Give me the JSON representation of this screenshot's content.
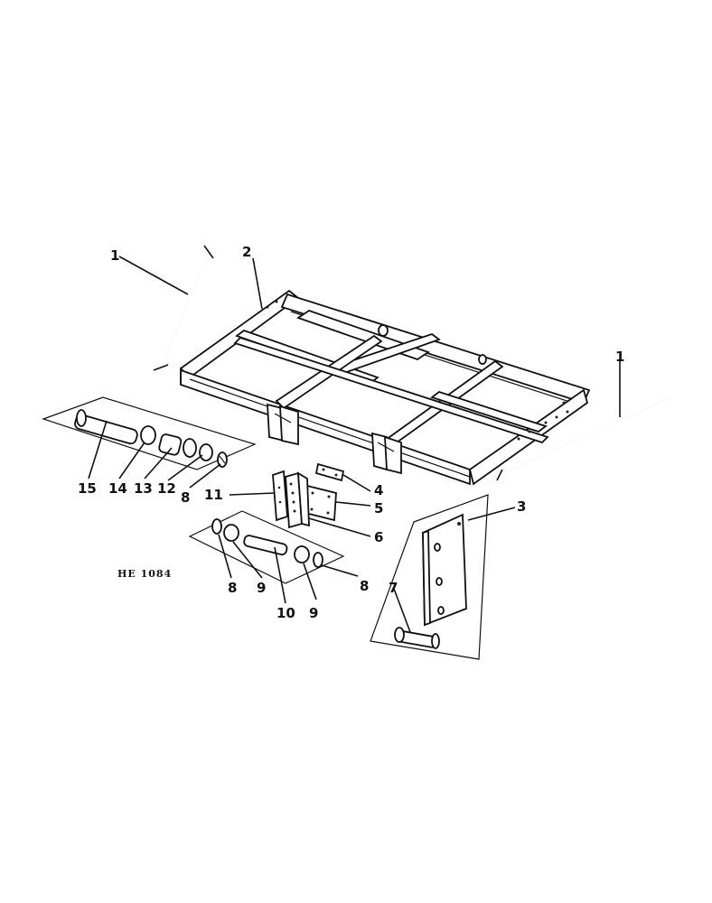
{
  "drawing_code": "HE 1084",
  "callouts": {
    "c1a": "1",
    "c1b": "1",
    "c2": "2",
    "c3": "3",
    "c4": "4",
    "c5": "5",
    "c6": "6",
    "c7": "7",
    "c8a": "8",
    "c8b": "8",
    "c8c": "8",
    "c9a": "9",
    "c9b": "9",
    "c10": "10",
    "c11": "11",
    "c12": "12",
    "c13": "13",
    "c14": "14",
    "c15": "15"
  }
}
